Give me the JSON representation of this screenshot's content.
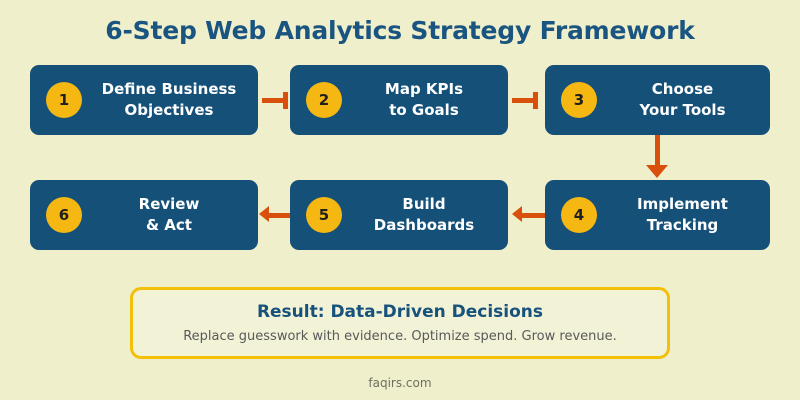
{
  "header": {
    "title": "6-Step Web Analytics Strategy Framework"
  },
  "colors": {
    "background": "#EFEFCB",
    "box_fill": "#155079",
    "badge_fill": "#F5B812",
    "badge_text": "#20201C",
    "connector": "#D94F0C",
    "title_blue": "#1A5480",
    "result_border": "#F2C009",
    "result_fill": "#F2F2D7",
    "body_text": "#59595A",
    "footer_text": "#6E6E63"
  },
  "steps": [
    {
      "number": "1",
      "line1": "Define Business",
      "line2": "Objectives"
    },
    {
      "number": "2",
      "line1": "Map KPIs",
      "line2": "to Goals"
    },
    {
      "number": "3",
      "line1": "Choose",
      "line2": "Your Tools"
    },
    {
      "number": "4",
      "line1": "Implement",
      "line2": "Tracking"
    },
    {
      "number": "5",
      "line1": "Build",
      "line2": "Dashboards"
    },
    {
      "number": "6",
      "line1": "Review",
      "line2": "& Act"
    }
  ],
  "flow": {
    "direction_row1": "left-to-right",
    "direction_row2": "right-to-left",
    "connector_1_to_2": "horizontal",
    "connector_2_to_3": "horizontal",
    "connector_3_to_4": "vertical-down",
    "connector_4_to_5": "horizontal-left",
    "connector_5_to_6": "horizontal-left"
  },
  "result": {
    "title": "Result: Data-Driven Decisions",
    "subtitle": "Replace guesswork with evidence. Optimize spend. Grow revenue."
  },
  "footer": {
    "source": "faqirs.com"
  }
}
